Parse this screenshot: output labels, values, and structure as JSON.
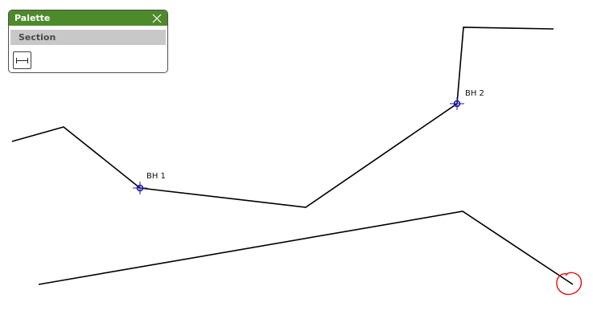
{
  "palette": {
    "title": "Palette",
    "section_label": "Section",
    "close_icon": "close-icon",
    "tool_icon": "section-line-icon",
    "colors": {
      "titlebar": "#4d8a2b",
      "section_header": "#c8c8c8"
    }
  },
  "boreholes": [
    {
      "label": "BH 1"
    },
    {
      "label": "BH 2"
    }
  ],
  "colors": {
    "line": "#000000",
    "marker": "#1a1aa6",
    "highlight": "#e01010"
  }
}
